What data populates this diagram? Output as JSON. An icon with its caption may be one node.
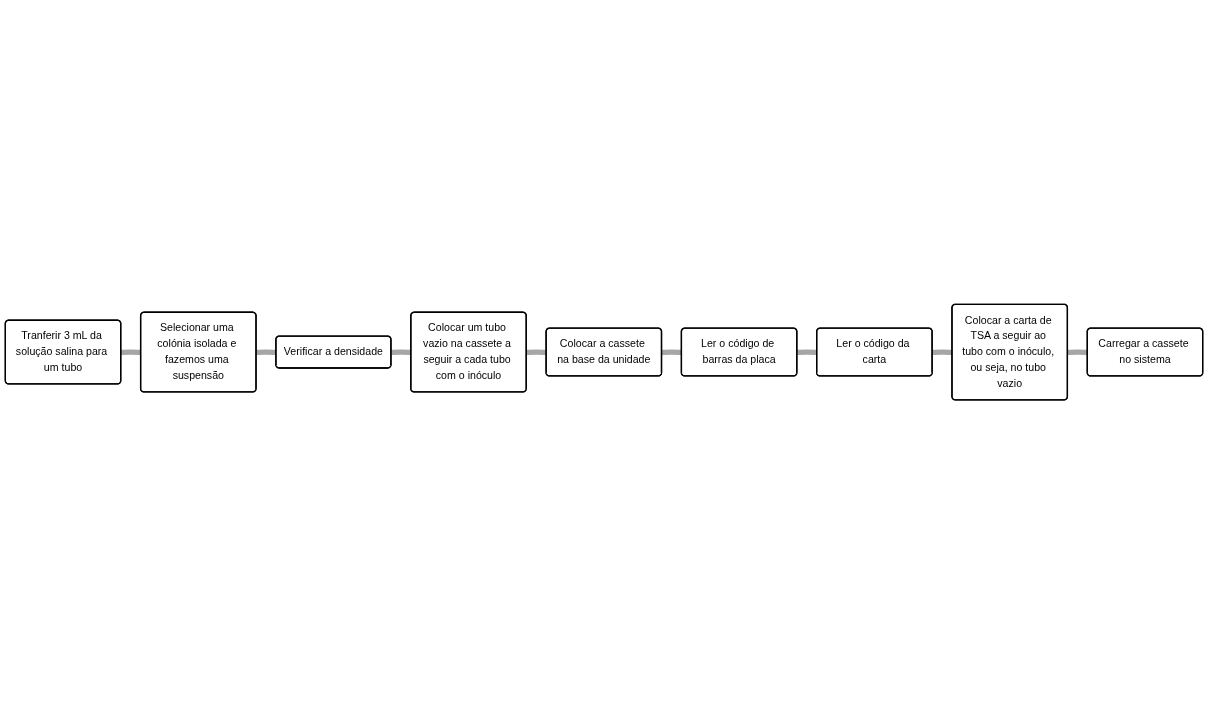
{
  "diagram": {
    "nodes": [
      {
        "text": [
          "Tranferir 3 mL da solução salina para um tubo"
        ]
      },
      {
        "text": [
          "Selecionar uma colónia isolada e fazemos uma suspensão"
        ]
      },
      {
        "text": [
          "Verificar a densidade"
        ]
      },
      {
        "text": [
          "Colocar um tubo vazio na cassete a seguir a cada tubo com o inóculo"
        ]
      },
      {
        "text": [
          "Colocar a cassete na base da unidade"
        ]
      },
      {
        "text": [
          "Ler o código de barras da placa"
        ]
      },
      {
        "text": [
          "Ler o código da carta"
        ]
      },
      {
        "text": [
          "Colocar a carta de TSA a seguir ao tubo com o inóculo, ou seja, no tubo vazio"
        ]
      },
      {
        "text": [
          "Carregar a cassete no sistema"
        ]
      }
    ],
    "edges": [
      {
        "from": 0,
        "to": 1,
        "arrow": "none"
      },
      {
        "from": 1,
        "to": 2,
        "arrow": "none"
      },
      {
        "from": 2,
        "to": 3,
        "arrow": "none"
      },
      {
        "from": 3,
        "to": 4,
        "arrow": "none"
      },
      {
        "from": 4,
        "to": 5,
        "arrow": "none"
      },
      {
        "from": 5,
        "to": 6,
        "arrow": "none"
      },
      {
        "from": 6,
        "to": 7,
        "arrow": "none"
      },
      {
        "from": 7,
        "to": 8,
        "arrow": "none"
      }
    ]
  }
}
